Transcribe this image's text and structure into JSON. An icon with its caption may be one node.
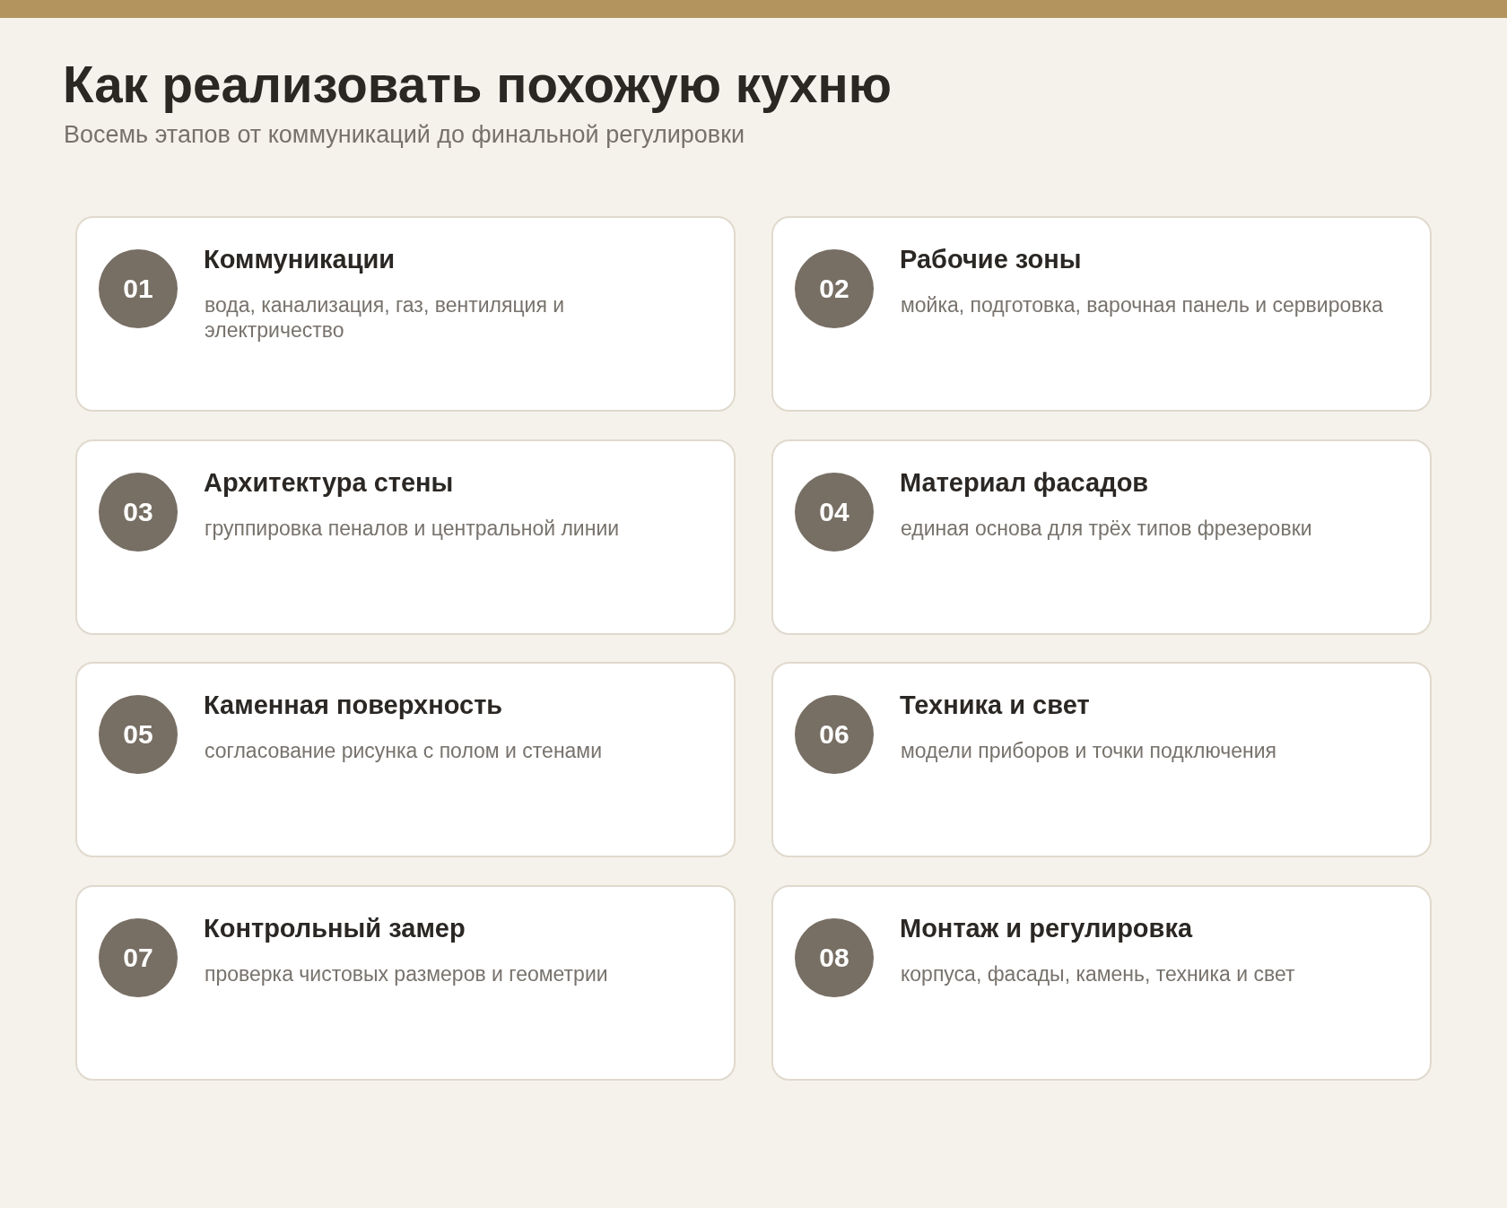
{
  "diagram": {
    "title": "Как реализовать похожую кухню",
    "nodes": [
      {
        "text": [
          "Коммуникации",
          "вода, канализация, газ, вентиляция и электричество"
        ]
      },
      {
        "text": [
          "01"
        ],
        "in": 0
      },
      {
        "text": [
          "Рабочие зоны",
          "мойка, подготовка, варочная панель и сервировка"
        ]
      },
      {
        "text": [
          "02"
        ],
        "in": 2
      },
      {
        "text": [
          "Архитектура стены",
          "группировка пеналов и центральной линии"
        ]
      },
      {
        "text": [
          "03"
        ],
        "in": 4
      },
      {
        "text": [
          "Материал фасадов",
          "единая основа для трёх типов фрезеровки"
        ]
      },
      {
        "text": [
          "04"
        ],
        "in": 6
      },
      {
        "text": [
          "Каменная поверхность",
          "согласование рисунка с полом и стенами"
        ]
      },
      {
        "text": [
          "05"
        ],
        "in": 8
      },
      {
        "text": [
          "Техника и свет",
          "модели приборов и точки подключения"
        ]
      },
      {
        "text": [
          "06"
        ],
        "in": 10
      },
      {
        "text": [
          "Контрольный замер",
          "проверка чистовых размеров и геометрии"
        ]
      },
      {
        "text": [
          "07"
        ],
        "in": 12
      },
      {
        "text": [
          "Монтаж и регулировка",
          "корпуса, фасады, камень, техника и свет"
        ]
      },
      {
        "text": [
          "08"
        ],
        "in": 14
      }
    ],
    "labels": [
      "Восемь этапов от коммуникаций до финальной регулировки"
    ]
  }
}
